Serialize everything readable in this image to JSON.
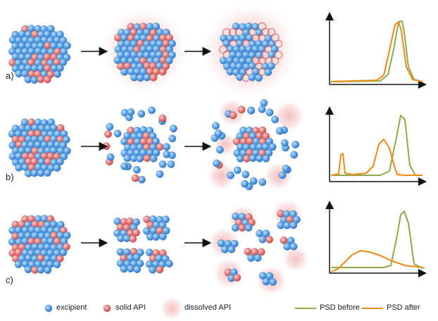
{
  "rows": [
    {
      "label": "a)"
    },
    {
      "label": "b)"
    },
    {
      "label": "c)"
    }
  ],
  "legend": {
    "excipient": "excipient",
    "solid_api": "solid API",
    "dissolved_api": "dissolved API",
    "psd_before": "PSD before",
    "psd_after": "PSD after"
  },
  "colors": {
    "excipient": "#5aa2e6",
    "solid_api": "#e67a7a",
    "dissolved_api": "#f2b7b7",
    "psd_before": "#8cab4a",
    "psd_after": "#ef8a10"
  }
}
